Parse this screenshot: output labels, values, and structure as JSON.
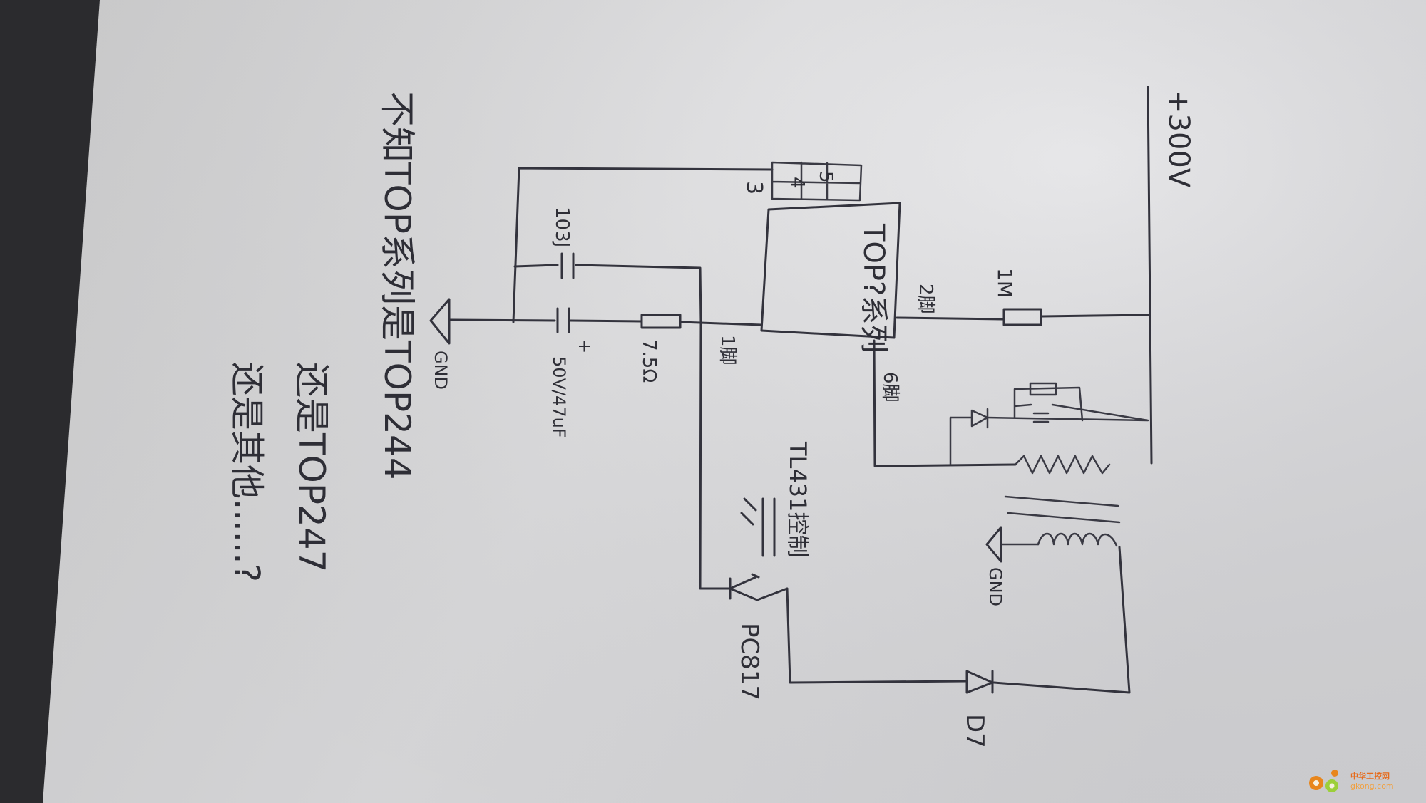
{
  "labels": {
    "v300": "+300V",
    "top_chip": "TOP?系列",
    "pin2": "2脚",
    "pin1": "1脚",
    "pin6": "6脚",
    "pin3": "3",
    "pin4": "4",
    "pin5": "5",
    "r_1m": "1M",
    "r_75": "7.5Ω",
    "cap_103": "103J",
    "cap_47u": "50V/47uF",
    "plus": "+",
    "gnd_left": "GND",
    "gnd_right": "GND",
    "tl431": "TL431控制",
    "pc817": "PC817",
    "d7": "D7"
  },
  "note": {
    "line1": "不知TOP系列是TOP244",
    "line2": "还是TOP247",
    "line3": "还是其他......?"
  },
  "watermark": {
    "cn": "中华工控网",
    "en": "gkong.com"
  }
}
